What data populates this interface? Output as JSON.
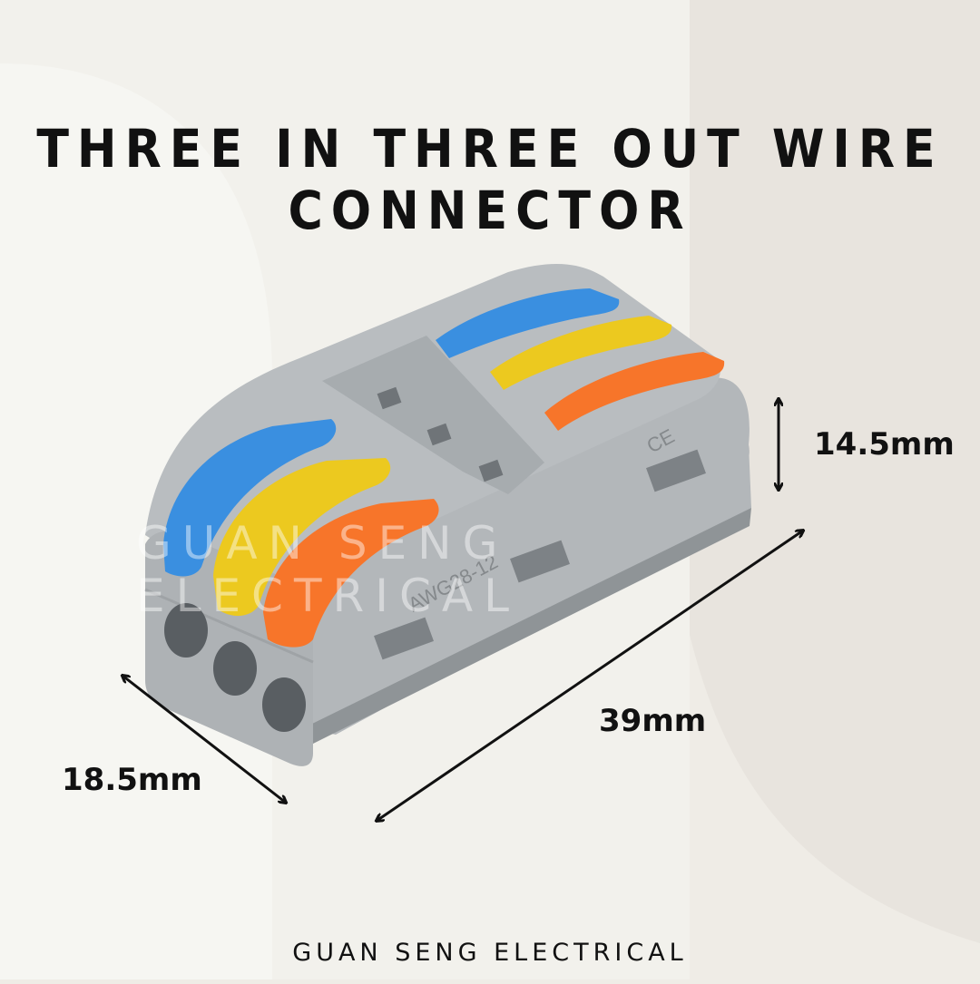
{
  "title": "THREE IN THREE OUT WIRE CONNECTOR",
  "dimensions": {
    "height": "14.5mm",
    "length": "39mm",
    "width": "18.5mm"
  },
  "product_markings": {
    "rating": "AWG28-12",
    "certification": "CE"
  },
  "watermark": "GUAN SENG ELECTRICAL",
  "brand": "GUAN SENG ELECTRICAL",
  "colors": {
    "lever_blue": "#3a8fe0",
    "lever_yellow": "#ecc91f",
    "lever_orange": "#f7752a",
    "body_gray": "#a9aeb1",
    "background": "#efece6"
  }
}
